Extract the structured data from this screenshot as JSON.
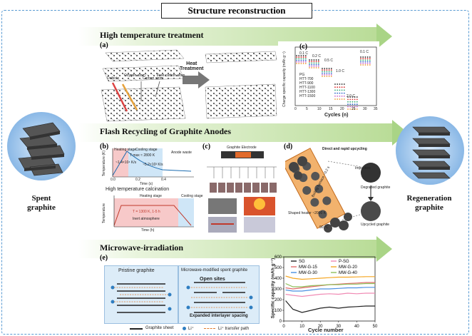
{
  "title": "Structure reconstruction",
  "sections": {
    "high_temp": "High temperature treatment",
    "flash": "Flash Recycling of Graphite Anodes",
    "microwave": "Microwave-irradiation"
  },
  "side": {
    "left_line1": "Spent",
    "left_line2": "graphite",
    "right_line1": "Regeneration",
    "right_line2": "graphite"
  },
  "panel_a": {
    "label": "(a)",
    "arrow_line1": "Heat",
    "arrow_line2": "Treatment",
    "labels": [
      "Defects",
      "Oxygen atom",
      "Carbon atom",
      "Free carbon atom"
    ]
  },
  "panel_c_top": {
    "label": "(c)",
    "ylabel": "Charge specific capacity (mAh g⁻¹)",
    "xlabel": "Cycles (n)",
    "xticks": [
      "0",
      "5",
      "10",
      "15",
      "20",
      "25",
      "30",
      "35"
    ],
    "rates": [
      "0.1 C",
      "0.2 C",
      "0.5 C",
      "1.0 C",
      "2.0 C",
      "0.1 C"
    ],
    "legend": [
      "PG",
      "HTT-700",
      "HTT-900",
      "HTT-1100",
      "HTT-1300",
      "HTT-1500"
    ]
  },
  "panel_b": {
    "label": "(b)",
    "top_texts": [
      "Heating stage",
      "Cooling stage",
      "Anode waste",
      "T max ≈ 2800 K",
      "~1.4×10⁴ K/s",
      "~5.2×10³ K/s"
    ],
    "top_ylabel": "Temperature (K)",
    "top_xlabel": "Time (s)",
    "top_xticks": [
      "0.0",
      "0.2",
      "0.4"
    ],
    "caption": "High temperature calcination",
    "bottom_texts": [
      "Heating stage",
      "Cooling stage",
      "T = 1300 K, 1-5 h",
      "Inert atmosphere"
    ],
    "bottom_ylabel": "Temperature",
    "bottom_xlabel": "Time (h)"
  },
  "panel_c_mid": {
    "label": "(c)",
    "texts": [
      "Graphite Electrode"
    ]
  },
  "panel_d": {
    "label": "(d)",
    "texts": [
      "Direct and rapid upcycling",
      "Impurities",
      "Degraded graphite",
      "Upcycled graphite",
      "Boiling furnace ~0.2 s",
      "Shaped heater ~2000 K",
      "90 °C"
    ]
  },
  "panel_e": {
    "label": "(e)",
    "left_title": "Pristine graphite",
    "right_title": "Microwave-modified spent graphite",
    "open_sites": "Open sites",
    "expanded": "Expanded interlayer spacing",
    "legend": [
      "Graphite sheet",
      "Li⁺",
      "Li⁺ transfer path"
    ]
  },
  "chart_data": {
    "type": "line",
    "xlabel": "Cycle number",
    "ylabel": "Specific capacity (mAh g⁻¹)",
    "xlim": [
      0,
      50
    ],
    "ylim": [
      0,
      600
    ],
    "xticks": [
      0,
      10,
      20,
      30,
      40,
      50
    ],
    "yticks": [
      0,
      100,
      200,
      300,
      400,
      500,
      600
    ],
    "x": [
      1,
      5,
      10,
      15,
      20,
      25,
      30,
      35,
      40,
      45,
      50
    ],
    "series": [
      {
        "name": "SG",
        "color": "#222222",
        "values": [
          190,
          110,
          80,
          100,
          120,
          130,
          120,
          130,
          135,
          140,
          140
        ]
      },
      {
        "name": "P-SG",
        "color": "#f08ab4",
        "values": [
          250,
          240,
          230,
          240,
          250,
          255,
          250,
          260,
          255,
          260,
          260
        ]
      },
      {
        "name": "MW-G-15",
        "color": "#e06a6a",
        "values": [
          310,
          300,
          310,
          320,
          330,
          340,
          345,
          350,
          355,
          360,
          360
        ]
      },
      {
        "name": "MW-G-20",
        "color": "#f5a623",
        "values": [
          420,
          400,
          390,
          395,
          400,
          405,
          410,
          410,
          412,
          415,
          415
        ]
      },
      {
        "name": "MW-G-30",
        "color": "#4a90e2",
        "values": [
          290,
          280,
          280,
          290,
          300,
          300,
          305,
          310,
          310,
          315,
          315
        ]
      },
      {
        "name": "MW-G-40",
        "color": "#8fbf5a",
        "values": [
          350,
          320,
          320,
          330,
          335,
          340,
          340,
          345,
          345,
          350,
          350
        ]
      }
    ]
  }
}
